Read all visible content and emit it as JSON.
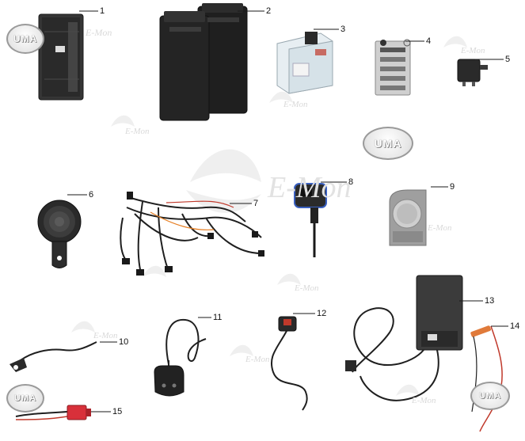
{
  "parts": [
    {
      "number": "1",
      "icon": "ecu-controller-icon"
    },
    {
      "number": "2",
      "icon": "battery-pack-icon"
    },
    {
      "number": "3",
      "icon": "charger-module-icon"
    },
    {
      "number": "4",
      "icon": "relay-block-icon"
    },
    {
      "number": "5",
      "icon": "flasher-relay-icon"
    },
    {
      "number": "6",
      "icon": "horn-icon"
    },
    {
      "number": "7",
      "icon": "wiring-harness-icon"
    },
    {
      "number": "8",
      "icon": "connector-plug-icon"
    },
    {
      "number": "9",
      "icon": "speaker-icon"
    },
    {
      "number": "10",
      "icon": "sensor-cable-icon"
    },
    {
      "number": "11",
      "icon": "power-plug-cable-icon"
    },
    {
      "number": "12",
      "icon": "switch-cable-icon"
    },
    {
      "number": "13",
      "icon": "external-charger-icon"
    },
    {
      "number": "14",
      "icon": "fuse-lead-icon"
    },
    {
      "number": "15",
      "icon": "connector-lead-icon"
    }
  ],
  "watermarks": {
    "brand_text": "E-Mon",
    "logo_text": "UMA"
  },
  "colors": {
    "line": "#1a1a1a",
    "body_dark": "#2b2b2b",
    "connector_red": "#d8303a",
    "lead_orange": "#e07a3a"
  }
}
